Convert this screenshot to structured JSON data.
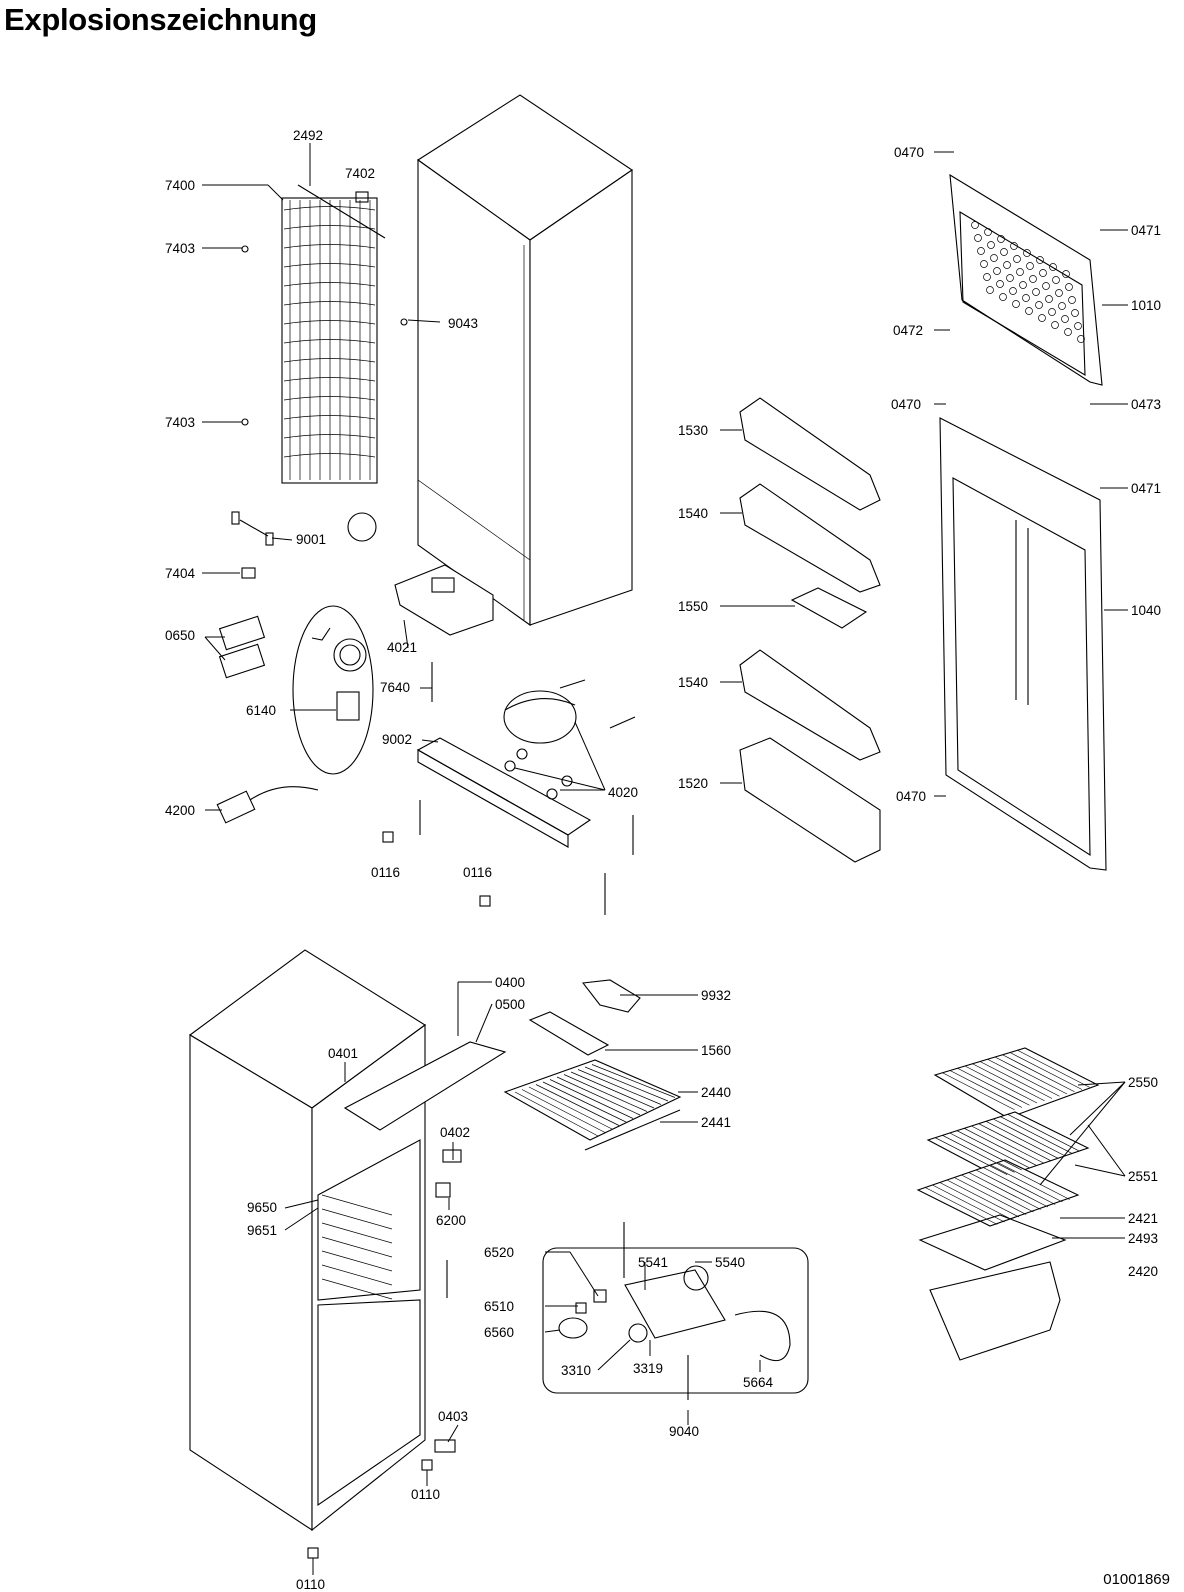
{
  "title": "Explosionszeichnung",
  "document_number": "01001869",
  "part_labels": [
    "2492",
    "7402",
    "7400",
    "7403",
    "9043",
    "7403",
    "9001",
    "7404",
    "4021",
    "0650",
    "7640",
    "6140",
    "9002",
    "4020",
    "4200",
    "0116",
    "0116",
    "0470",
    "0471",
    "1010",
    "0472",
    "0470",
    "0473",
    "0471",
    "1530",
    "1540",
    "1550",
    "1540",
    "1040",
    "1520",
    "0470",
    "0400",
    "0500",
    "9932",
    "1560",
    "0401",
    "2440",
    "2441",
    "0402",
    "9650",
    "9651",
    "6200",
    "5541",
    "5540",
    "6520",
    "6510",
    "6560",
    "3310",
    "3319",
    "5664",
    "9040",
    "0403",
    "0110",
    "0110",
    "2550",
    "2551",
    "2421",
    "2493",
    "2420"
  ]
}
